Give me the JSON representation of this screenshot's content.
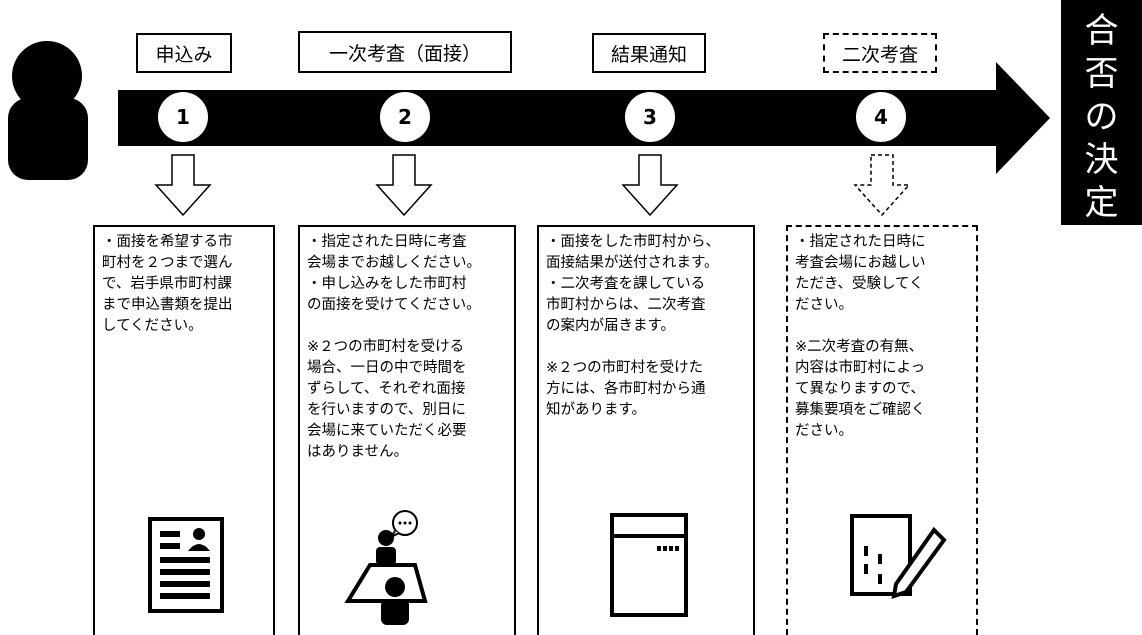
{
  "steps": [
    {
      "number": "1",
      "label": "申込み",
      "dashed": false,
      "paragraphs": [
        [
          "・面接を希望する市",
          "町村を２つまで選ん",
          "で、岩手県市町村課",
          "まで申込書類を提出",
          "してください。"
        ]
      ],
      "icon": "document-person-icon"
    },
    {
      "number": "2",
      "label": "一次考査（面接）",
      "dashed": false,
      "paragraphs": [
        [
          "・指定された日時に考査",
          "会場までお越しください。",
          "・申し込みをした市町村",
          "の面接を受けてください。"
        ],
        [
          "※２つの市町村を受ける",
          "場合、一日の中で時間を",
          "ずらして、それぞれ面接",
          "を行いますので、別日に",
          "会場に来ていただく必要",
          "はありません。"
        ]
      ],
      "icon": "interview-icon"
    },
    {
      "number": "3",
      "label": "結果通知",
      "dashed": false,
      "paragraphs": [
        [
          "・面接をした市町村から、",
          "面接結果が送付されます。",
          "・二次考査を課している",
          "市町村からは、二次考査",
          "の案内が届きます。"
        ],
        [
          "※２つの市町村を受けた",
          "方には、各市町村から通",
          "知があります。"
        ]
      ],
      "icon": "envelope-icon"
    },
    {
      "number": "4",
      "label": "二次考査",
      "dashed": true,
      "paragraphs": [
        [
          "・指定された日時に",
          "考査会場にお越しい",
          "ただき、受験してく",
          "ださい。"
        ],
        [
          "※二次考査の有無、",
          "内容は市町村によっ",
          "て異なりますので、",
          "募集要項をご確認く",
          "ださい。"
        ]
      ],
      "icon": "exam-pen-icon"
    }
  ],
  "result": {
    "chars": [
      "合",
      "否",
      "の",
      "決",
      "定"
    ]
  },
  "colors": {
    "arrow": "#000000",
    "background": "#ffffff"
  }
}
